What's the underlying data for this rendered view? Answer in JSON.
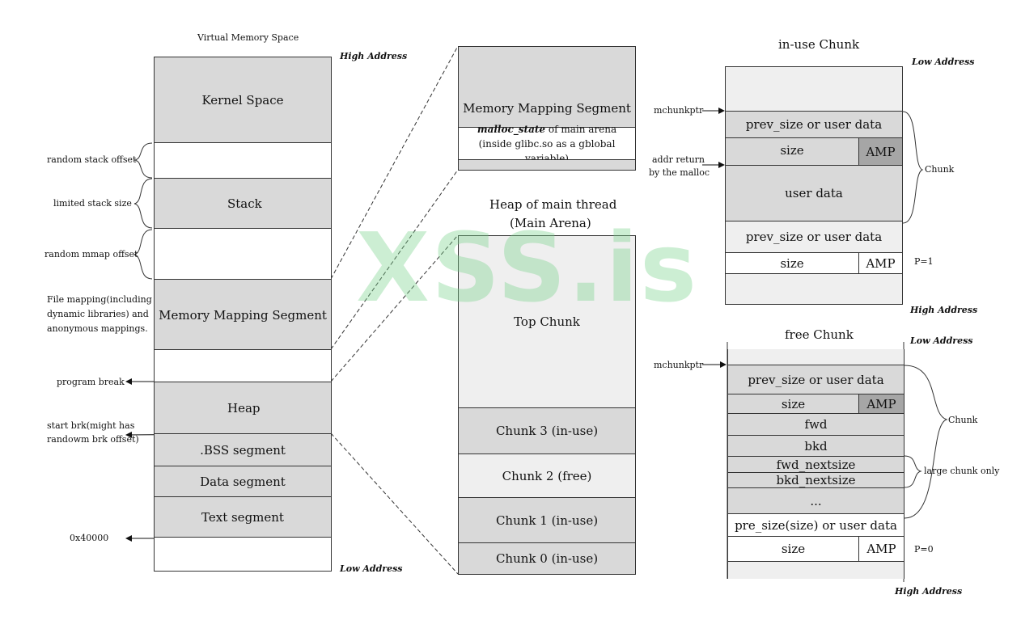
{
  "virtual_memory": {
    "title": "Virtual Memory Space",
    "high_address": "High Address",
    "low_address": "Low Address",
    "kernel": "Kernel Space",
    "stack": "Stack",
    "mmap": "Memory Mapping Segment",
    "heap": "Heap",
    "bss": ".BSS segment",
    "data": "Data segment",
    "text": "Text segment",
    "left_labels": {
      "random_stack_offset": "random stack offset",
      "limited_stack_size": "limited stack size",
      "random_mmap_offset": "random mmap offset",
      "file_mapping_1": "File mapping(including",
      "file_mapping_2": "dynamic libraries) and",
      "file_mapping_3": "anonymous mappings.",
      "program_break": "program break",
      "start_brk_1": "start brk(might has",
      "start_brk_2": "randowm brk offset)",
      "base_address": "0x40000"
    }
  },
  "mmap_detail": {
    "title": "Memory Mapping Segment",
    "malloc_state_name": "malloc_state",
    "malloc_state_suffix": " of main arena",
    "malloc_state_note": "(inside glibc.so as a gblobal variable)"
  },
  "main_heap": {
    "title_1": "Heap of main thread",
    "title_2": "(Main Arena)",
    "top_chunk": "Top Chunk",
    "chunk3": "Chunk 3 (in-use)",
    "chunk2": "Chunk 2 (free)",
    "chunk1": "Chunk 1 (in-use)",
    "chunk0": "Chunk 0 (in-use)"
  },
  "inuse_chunk": {
    "title": "in-use Chunk",
    "low_address": "Low Address",
    "high_address": "High Address",
    "mchunkptr": "mchunkptr",
    "addr_return_1": "addr return",
    "addr_return_2": "by the malloc",
    "prev_size": "prev_size or user data",
    "size": "size",
    "amp": "AMP",
    "user_data": "user data",
    "next_prev_size": "prev_size or user data",
    "next_size": "size",
    "next_amp": "AMP",
    "brace_label": "Chunk",
    "p_flag": "P=1"
  },
  "free_chunk": {
    "title": "free Chunk",
    "low_address": "Low Address",
    "high_address": "High Address",
    "mchunkptr": "mchunkptr",
    "prev_size": "prev_size or user data",
    "size": "size",
    "amp": "AMP",
    "fwd": "fwd",
    "bkd": "bkd",
    "fwd_nextsize": "fwd_nextsize",
    "bkd_nextsize": "bkd_nextsize",
    "ellipsis": "...",
    "pre_size": "pre_size(size) or user data",
    "next_size": "size",
    "next_amp": "AMP",
    "brace_chunk": "Chunk",
    "brace_large": "large chunk only",
    "p_flag": "P=0"
  },
  "watermark": "XSS.is",
  "colors": {
    "segment_gray": "#d9d9d9",
    "light_gray": "#efefef",
    "amp_gray": "#a6a6a6",
    "watermark_green": "#78d28c"
  }
}
